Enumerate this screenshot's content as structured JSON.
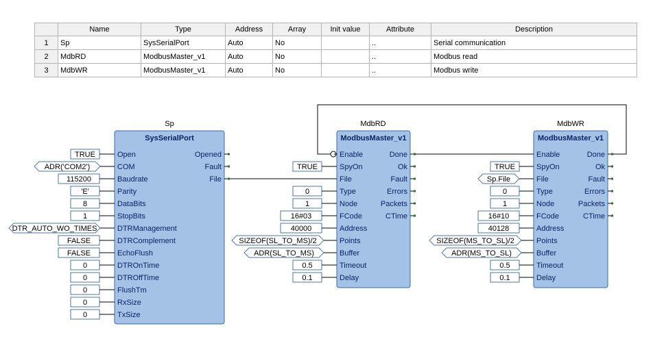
{
  "table": {
    "headers": [
      "",
      "Name",
      "Type",
      "Address",
      "Array",
      "Init value",
      "Attribute",
      "Description"
    ],
    "rows": [
      {
        "num": "1",
        "name": "Sp",
        "type": "SysSerialPort",
        "address": "Auto",
        "array": "No",
        "init": "",
        "attr": "..",
        "desc": "Serial communication"
      },
      {
        "num": "2",
        "name": "MdbRD",
        "type": "ModbusMaster_v1",
        "address": "Auto",
        "array": "No",
        "init": "",
        "attr": "..",
        "desc": "Modbus read"
      },
      {
        "num": "3",
        "name": "MdbWR",
        "type": "ModbusMaster_v1",
        "address": "Auto",
        "array": "No",
        "init": "",
        "attr": "..",
        "desc": "Modbus write"
      }
    ]
  },
  "blocks": {
    "sp": {
      "instance": "Sp",
      "type": "SysSerialPort",
      "inputs": [
        "Open",
        "COM",
        "Baudrate",
        "Parity",
        "DataBits",
        "StopBits",
        "DTRManagement",
        "DTRComplement",
        "EchoFlush",
        "DTROnTime",
        "DTROffTime",
        "FlushTm",
        "RxSize",
        "TxSize"
      ],
      "outputs": [
        "Opened",
        "Fault",
        "File"
      ],
      "values": [
        "TRUE",
        "ADR('COM2')",
        "115200",
        "'E'",
        "8",
        "1",
        "DTR_AUTO_WO_TIMES",
        "FALSE",
        "FALSE",
        "0",
        "0",
        "0",
        "0",
        "0"
      ]
    },
    "rd": {
      "instance": "MdbRD",
      "type": "ModbusMaster_v1",
      "inputs": [
        "Enable",
        "SpyOn",
        "File",
        "Type",
        "Node",
        "FCode",
        "Address",
        "Points",
        "Buffer",
        "Timeout",
        "Delay"
      ],
      "outputs": [
        "Done",
        "Ok",
        "Fault",
        "Errors",
        "Packets",
        "CTime"
      ],
      "values": [
        "",
        "TRUE",
        "",
        "0",
        "1",
        "16#03",
        "40000",
        "SIZEOF(SL_TO_MS)/2",
        "ADR(SL_TO_MS)",
        "0.5",
        "0.1"
      ]
    },
    "wr": {
      "instance": "MdbWR",
      "type": "ModbusMaster_v1",
      "inputs": [
        "Enable",
        "SpyOn",
        "File",
        "Type",
        "Node",
        "FCode",
        "Address",
        "Points",
        "Buffer",
        "Timeout",
        "Delay"
      ],
      "outputs": [
        "Done",
        "Ok",
        "Fault",
        "Errors",
        "Packets",
        "CTime"
      ],
      "values": [
        "",
        "TRUE",
        "Sp.File",
        "0",
        "1",
        "16#10",
        "40128",
        "SIZEOF(MS_TO_SL)/2",
        "ADR(MS_TO_SL)",
        "0.5",
        "0.1"
      ]
    }
  },
  "colors": {
    "block_fill": "#a3c2e6",
    "block_border": "#3c6ea8",
    "pin_text": "#0b1f66",
    "output_dot": "#1e7a1e"
  }
}
